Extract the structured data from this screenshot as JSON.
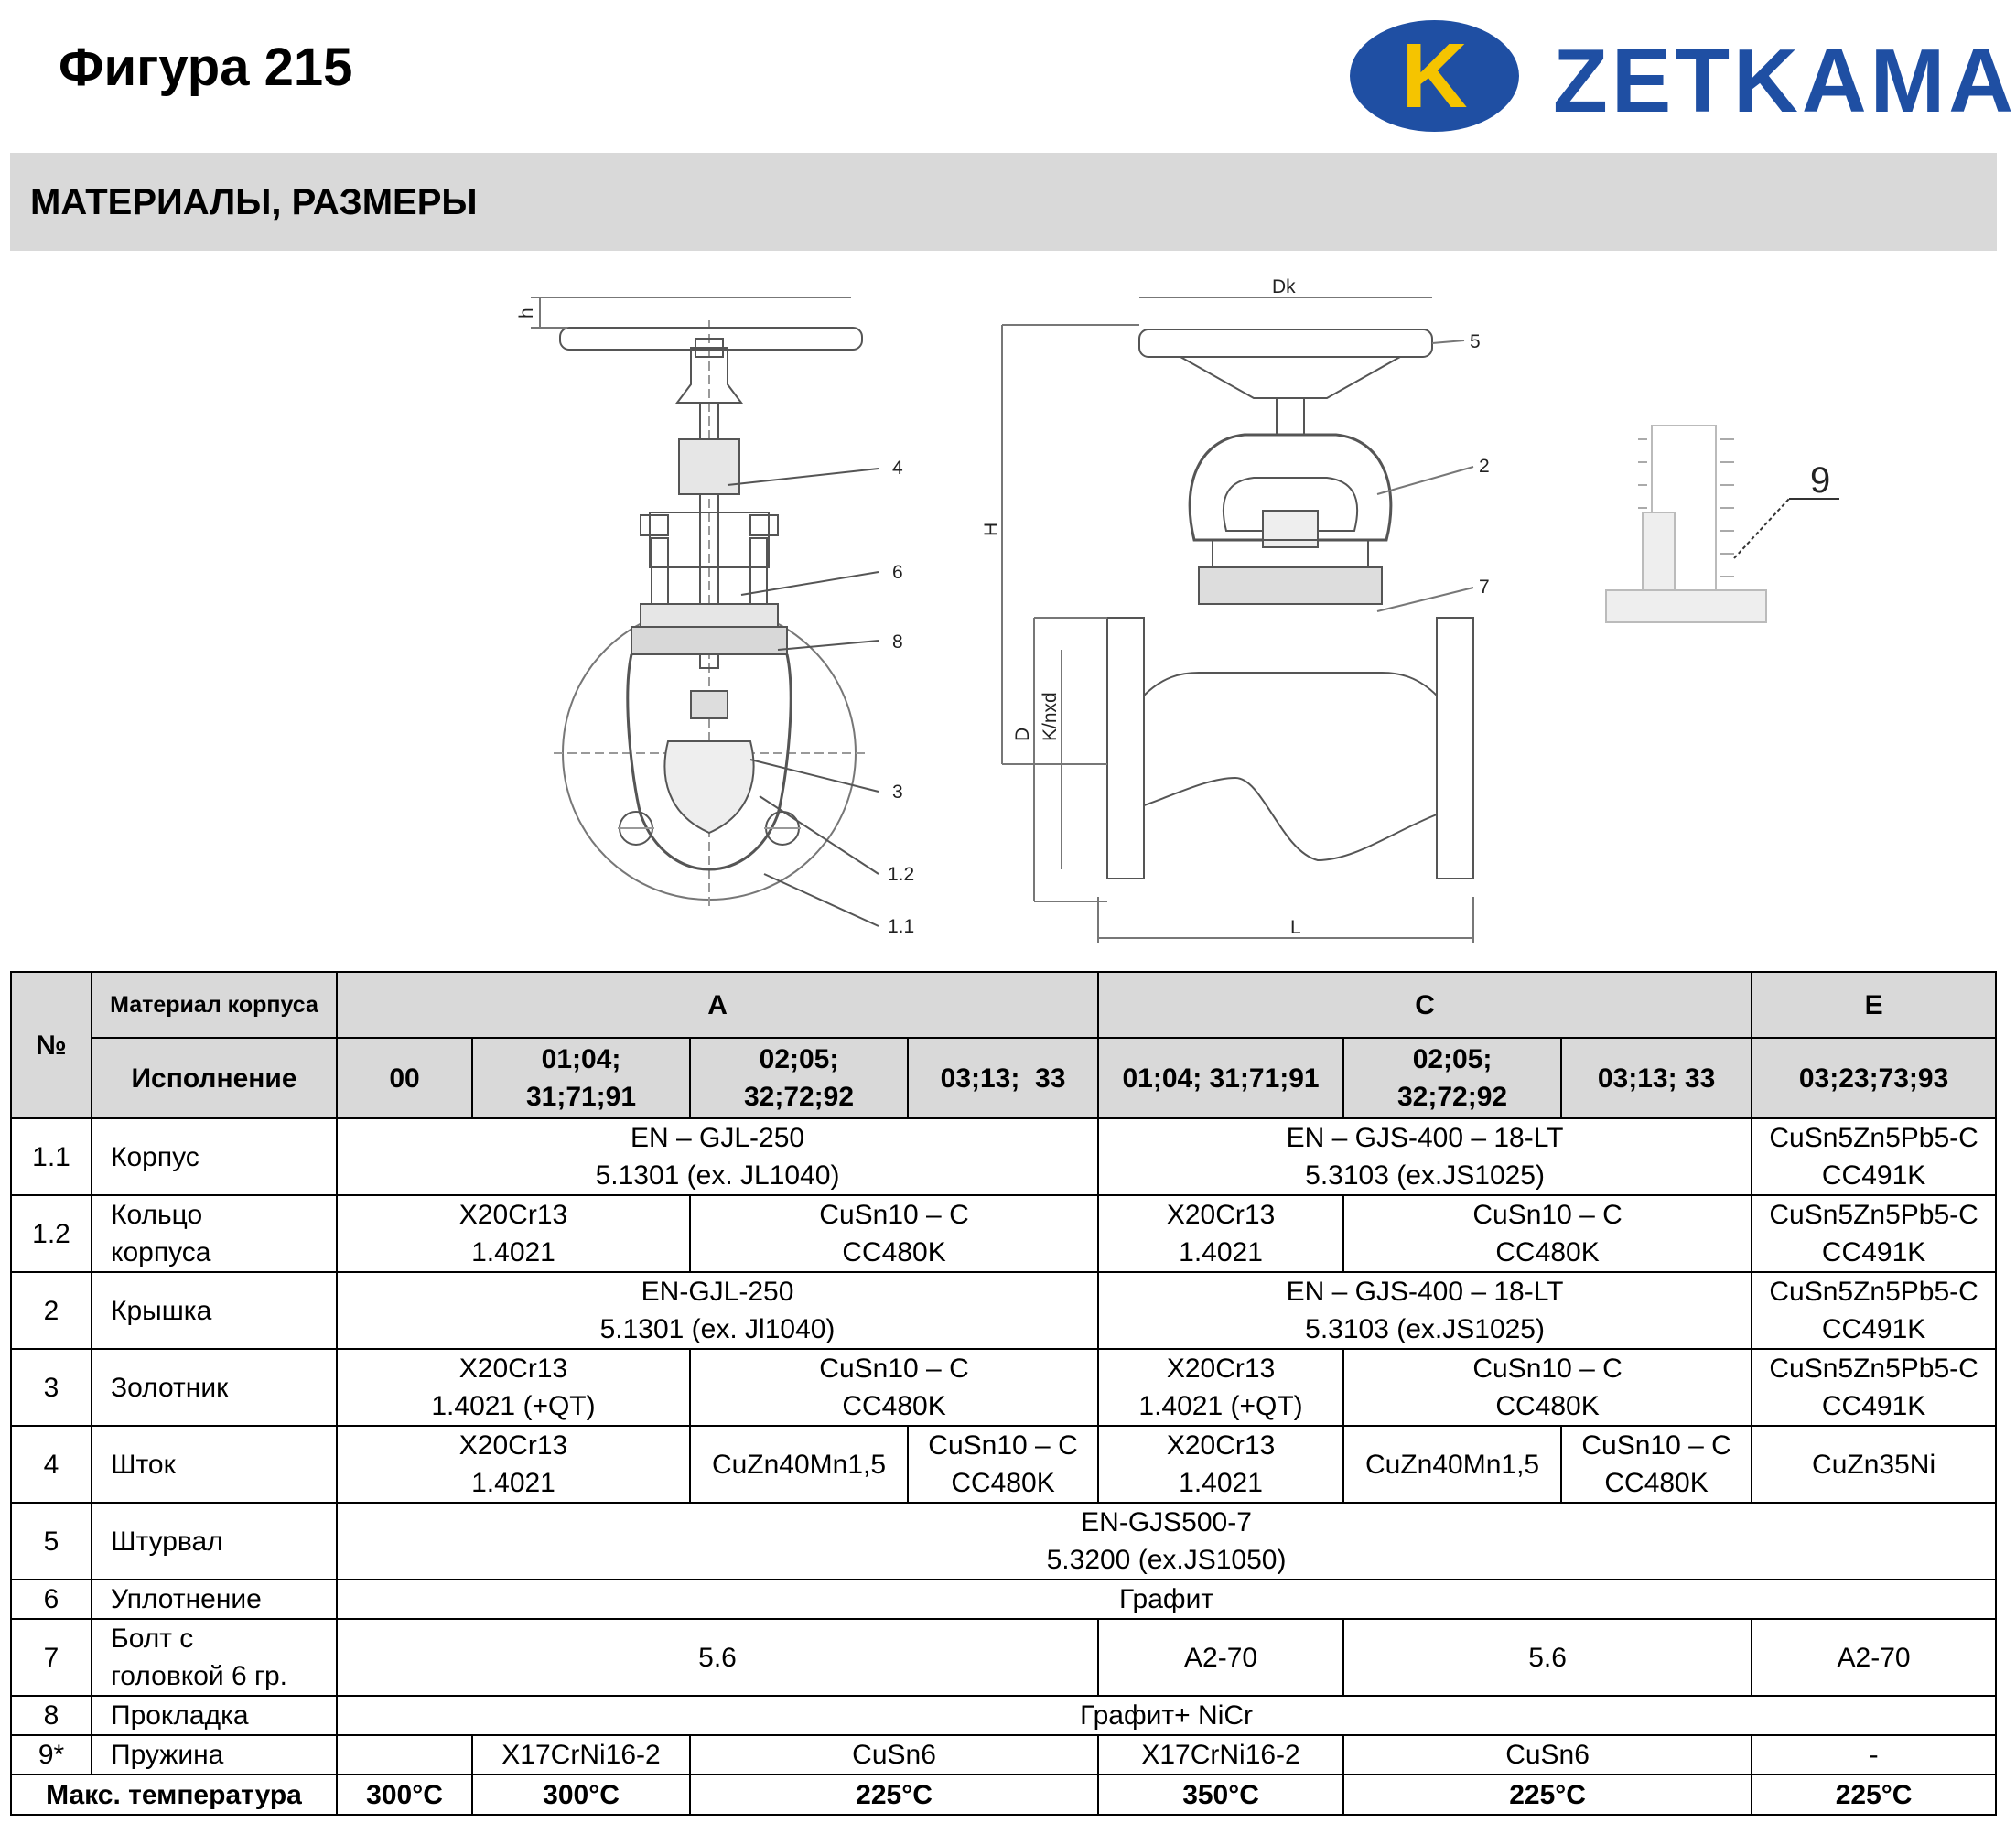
{
  "header": {
    "title": "Фигура 215",
    "logo_letter": "K",
    "logo_text": "ZETKAMA",
    "brand_blue": "#1f4fa3",
    "brand_yellow": "#f5c400"
  },
  "section": {
    "title": "МАТЕРИАЛЫ, РАЗМЕРЫ",
    "bg_color": "#d9d9d9"
  },
  "drawing_labels": {
    "h": "h",
    "dk": "Dk",
    "H": "H",
    "D": "D",
    "K": "K/nxd",
    "L": "L",
    "p1_1": "1.1",
    "p1_2": "1.2",
    "p2": "2",
    "p3": "3",
    "p4": "4",
    "p5": "5",
    "p6": "6",
    "p7": "7",
    "p8": "8",
    "p9": "9"
  },
  "table": {
    "header": {
      "no": "№",
      "material_label": "Материал корпуса",
      "execution_label": "Исполнение",
      "group_a": "A",
      "group_c": "C",
      "group_e": "E",
      "exec": [
        "00",
        "01;04;\n31;71;91",
        "02;05;\n32;72;92",
        "03;13;  33",
        "01;04; 31;71;91",
        "02;05;\n32;72;92",
        "03;13; 33",
        "03;23;73;93"
      ]
    },
    "rows": [
      {
        "no": "1.1",
        "part": "Корпус",
        "cells": [
          "EN – GJL-250\n5.1301 (ex. JL1040)",
          "EN – GJS-400 – 18-LT\n5.3103 (ex.JS1025)",
          "CuSn5Zn5Pb5-C\nCC491K"
        ]
      },
      {
        "no": "1.2",
        "part": "Кольцо\nкорпуса",
        "cells": [
          "X20Cr13\n1.4021",
          "CuSn10 – C\nCC480K",
          "X20Cr13\n1.4021",
          "CuSn10 – C\nCC480K",
          "CuSn5Zn5Pb5-C\nCC491K"
        ]
      },
      {
        "no": "2",
        "part": "Крышка",
        "cells": [
          "EN-GJL-250\n5.1301 (ex. Jl1040)",
          "EN – GJS-400 – 18-LT\n5.3103 (ex.JS1025)",
          "CuSn5Zn5Pb5-C\nCC491K"
        ]
      },
      {
        "no": "3",
        "part": "Золотник",
        "cells": [
          "X20Cr13\n1.4021 (+QT)",
          "CuSn10 – C\nCC480K",
          "X20Cr13\n1.4021 (+QT)",
          "CuSn10 – C\nCC480K",
          "CuSn5Zn5Pb5-C\nCC491K"
        ]
      },
      {
        "no": "4",
        "part": "Шток",
        "cells": [
          "X20Cr13\n1.4021",
          "CuZn40Mn1,5",
          "CuSn10 – C\nCC480K",
          "X20Cr13\n1.4021",
          "CuZn40Mn1,5",
          "CuSn10 – C\nCC480K",
          "CuZn35Ni"
        ]
      },
      {
        "no": "5",
        "part": "Штурвал",
        "cells": [
          "EN-GJS500-7\n5.3200 (ex.JS1050)"
        ]
      },
      {
        "no": "6",
        "part": "Уплотнение",
        "cells": [
          "Графит"
        ]
      },
      {
        "no": "7",
        "part": "Болт с\nголовкой 6 гр.",
        "cells": [
          "5.6",
          "A2-70",
          "5.6",
          "A2-70"
        ]
      },
      {
        "no": "8",
        "part": "Прокладка",
        "cells": [
          "Графит+ NiCr"
        ]
      },
      {
        "no": "9*",
        "part": "Пружина",
        "cells": [
          "",
          "X17CrNi16-2",
          "CuSn6",
          "X17CrNi16-2",
          "CuSn6",
          "-"
        ]
      }
    ],
    "max_temp": {
      "label": "Макс. температура",
      "values": [
        "300°C",
        "300°C",
        "225°C",
        "350°C",
        "225°C",
        "225°C"
      ]
    }
  }
}
